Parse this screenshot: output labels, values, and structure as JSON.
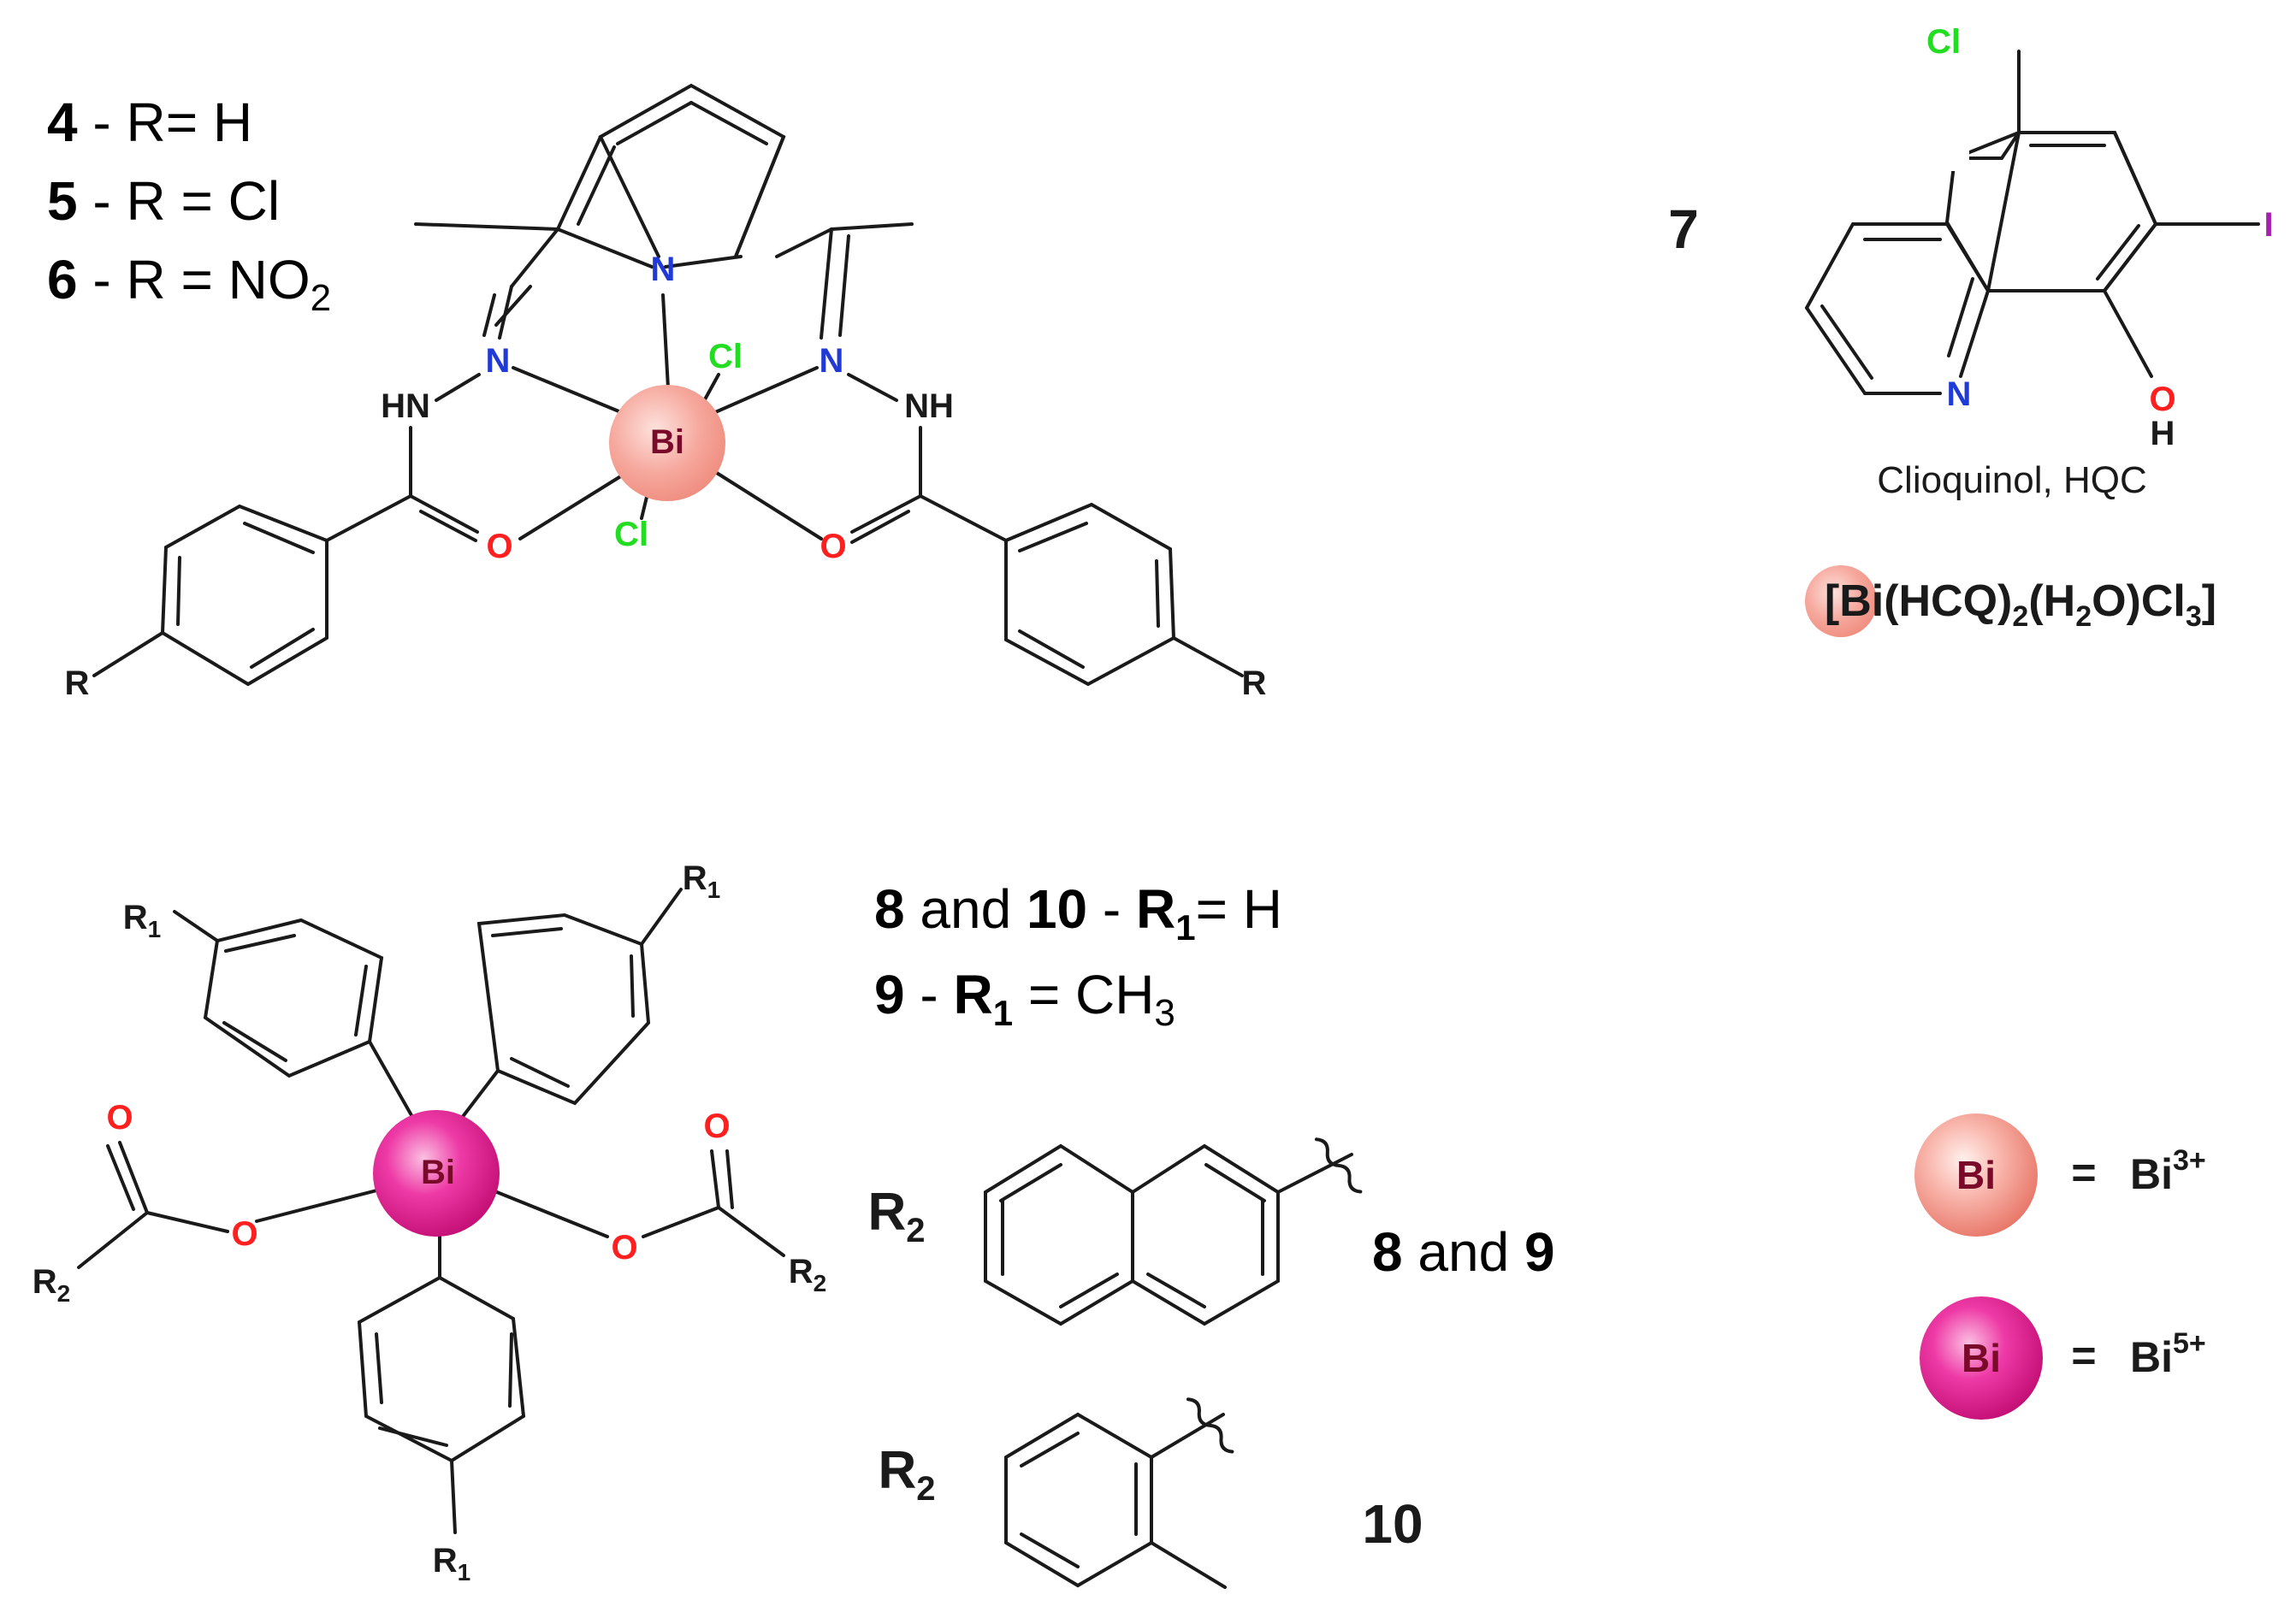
{
  "complexes_4_6": {
    "legend": [
      {
        "num": "4",
        "sep": " - R",
        "rest": "= H",
        "sub": ""
      },
      {
        "num": "5",
        "sep": " - R",
        "rest": " = Cl",
        "sub": ""
      },
      {
        "num": "6",
        "sep": " - R",
        "rest": " = NO",
        "sub": "2"
      }
    ],
    "atoms": {
      "N": "N",
      "HN": "HN",
      "NH": "NH",
      "O": "O",
      "Cl": "Cl",
      "Bi": "Bi",
      "R": "R"
    }
  },
  "compound_7": {
    "number": "7",
    "atoms": {
      "Cl": "Cl",
      "I": "I",
      "N": "N",
      "O": "O",
      "H": "H"
    },
    "name": "Clioquinol, HQC",
    "formula": {
      "a": "[Bi(HCQ)",
      "s1": "2",
      "b": "(H",
      "s2": "2",
      "c": "O)Cl",
      "s3": "3",
      "d": "]"
    }
  },
  "complexes_8_10": {
    "legend_line1": {
      "n1": "8",
      "t1": " and ",
      "n2": "10",
      "t2": " - ",
      "r": "R",
      "rsub": "1",
      "t3": "= H"
    },
    "legend_line2": {
      "n1": "9",
      "t1": " - ",
      "r": "R",
      "rsub": "1",
      "t3": " = CH",
      "sub": "3"
    },
    "atoms": {
      "R": "R",
      "sub1": "1",
      "sub2": "2",
      "O": "O",
      "Bi": "Bi"
    },
    "r2_label": {
      "r": "R",
      "sub": "2"
    },
    "naphthyl_label": {
      "n1": "8",
      "t": " and ",
      "n2": "9"
    },
    "tolyl_label": "10"
  },
  "key": {
    "bi3": {
      "ball": "Bi",
      "eq": "=",
      "ion": "Bi",
      "charge": "3+"
    },
    "bi5": {
      "ball": "Bi",
      "eq": "=",
      "ion": "Bi",
      "charge": "5+"
    }
  },
  "colors": {
    "nitrogen": "#1f3ad6",
    "oxygen": "#ff1f1f",
    "chlorine": "#22dd22",
    "iodine": "#a520b0",
    "bismuth_text": "#7a0a2a",
    "bi3_ball": "#f7a59a",
    "bi5_ball": "#e6188c"
  }
}
